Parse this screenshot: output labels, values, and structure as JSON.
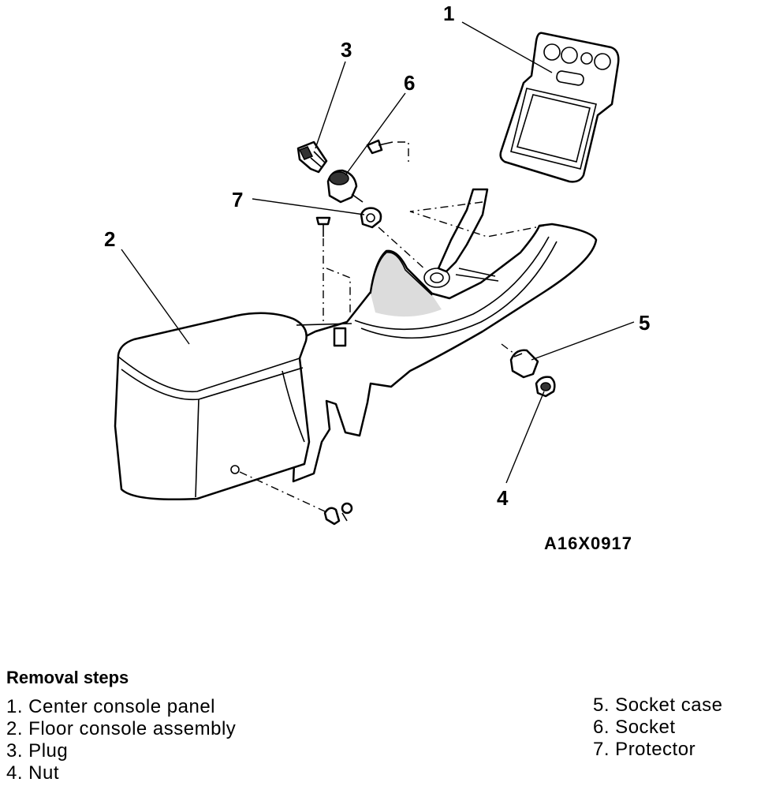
{
  "callouts": [
    "1",
    "2",
    "3",
    "4",
    "5",
    "6",
    "7"
  ],
  "figure_code": "A16X0917",
  "removal": {
    "title": "Removal steps",
    "left": [
      "1. Center console panel",
      "2. Floor console assembly",
      "3. Plug",
      "4. Nut"
    ],
    "right": [
      "5. Socket case",
      "6. Socket",
      "7. Protector"
    ]
  }
}
